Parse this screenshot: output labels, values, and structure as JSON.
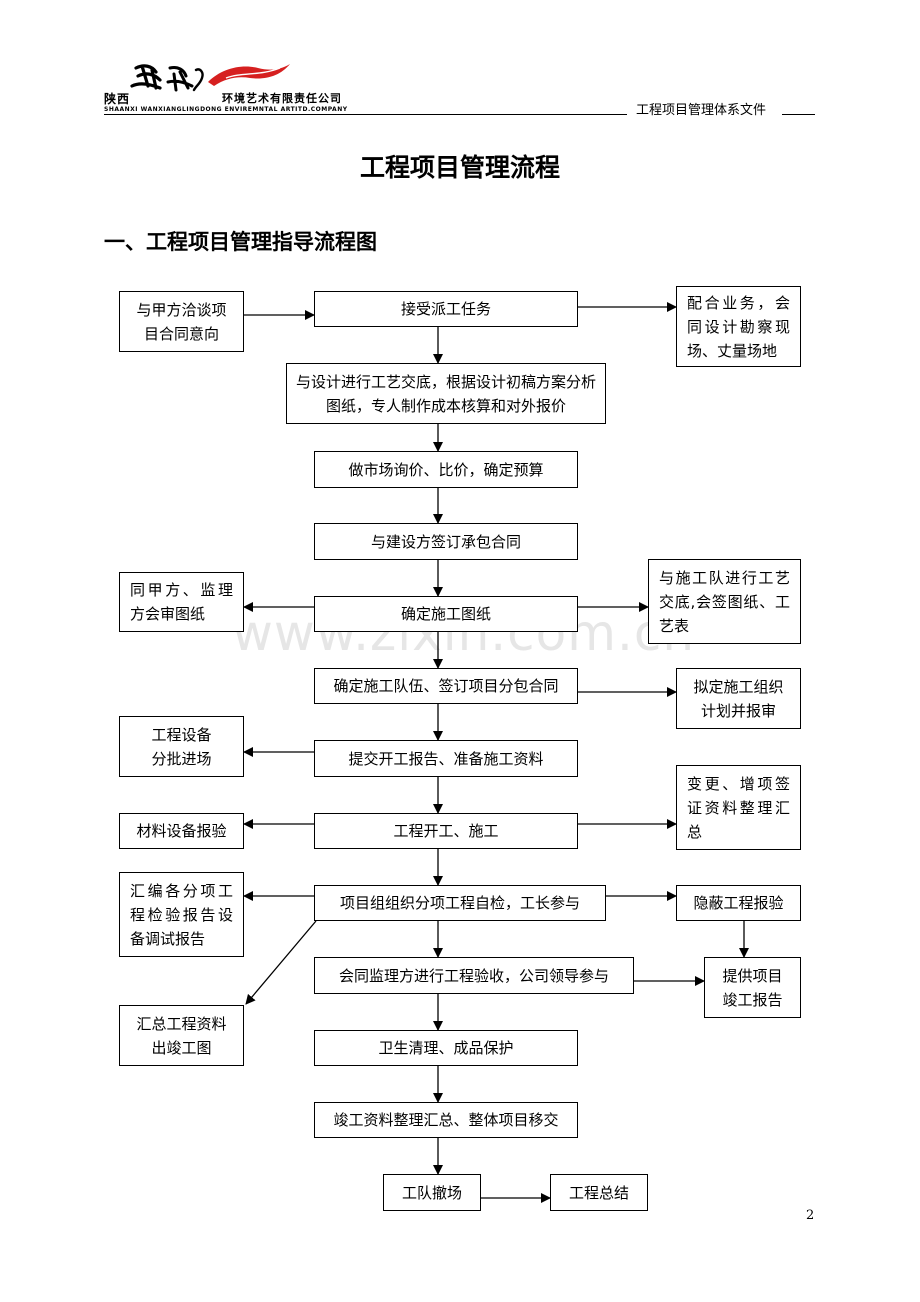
{
  "header": {
    "logo_province": "陕西",
    "logo_company": "环境艺术有限责任公司",
    "logo_pinyin": "SHAANXI WANXIANGLINGDONG ENVIREMNTAL ARTITD.COMPANY",
    "doc_type": "工程项目管理体系文件"
  },
  "title": "工程项目管理流程",
  "section_title": "一、工程项目管理指导流程图",
  "watermark": "www.zixin.com.cn",
  "page_number": "2",
  "flow": {
    "main": {
      "m1": "接受派工任务",
      "m2": "与设计进行工艺交底，根据设计初稿方案分析图纸，专人制作成本核算和对外报价",
      "m3": "做市场询价、比价，确定预算",
      "m4": "与建设方签订承包合同",
      "m5": "确定施工图纸",
      "m6": "确定施工队伍、签订项目分包合同",
      "m7": "提交开工报告、准备施工资料",
      "m8": "工程开工、施工",
      "m9": "项目组组织分项工程自检，工长参与",
      "m10": "会同监理方进行工程验收，公司领导参与",
      "m11": "卫生清理、成品保护",
      "m12": "竣工资料整理汇总、整体项目移交",
      "m13": "工队撤场",
      "m14": "工程总结"
    },
    "left": {
      "l1": "与甲方洽谈项目合同意向",
      "l2": "同甲方、监理方会审图纸",
      "l3": "工程设备分批进场",
      "l4": "材料设备报验",
      "l5": "汇编各分项工程检验报告设备调试报告",
      "l6": "汇总工程资料出竣工图"
    },
    "right": {
      "r1": "配合业务，会同设计勘察现场、丈量场地",
      "r2": "与施工队进行工艺交底,会签图纸、工艺表",
      "r3": "拟定施工组织计划并报审",
      "r4": "变更、增项签证资料整理汇总",
      "r5": "隐蔽工程报验",
      "r6": "提供项目竣工报告"
    }
  }
}
